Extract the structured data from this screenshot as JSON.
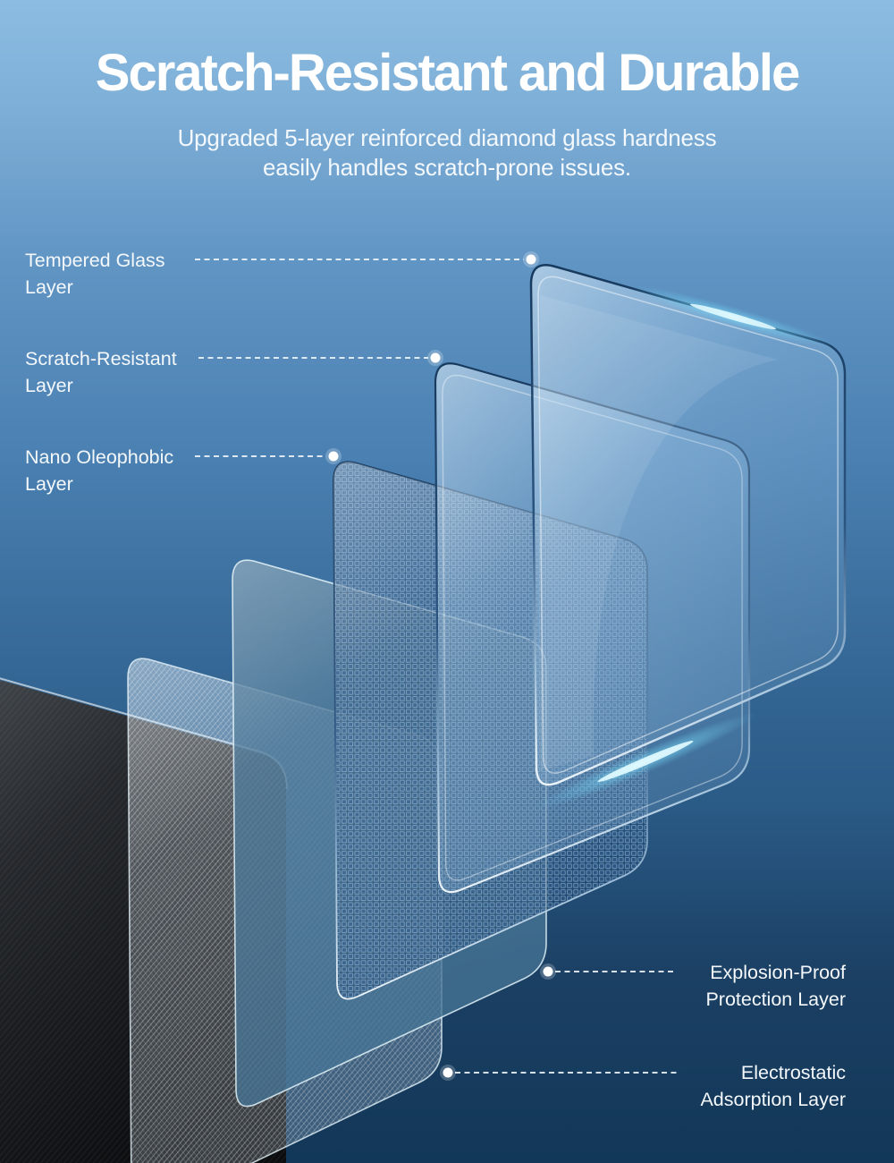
{
  "header": {
    "title": "Scratch-Resistant and Durable",
    "subtitle_line1": "Upgraded 5-layer reinforced diamond glass hardness",
    "subtitle_line2": "easily handles scratch-prone issues."
  },
  "layer_labels": [
    {
      "id": "tempered-glass",
      "line1": "Tempered Glass",
      "line2": "Layer",
      "side": "left"
    },
    {
      "id": "scratch-resistant",
      "line1": "Scratch-Resistant",
      "line2": "Layer",
      "side": "left"
    },
    {
      "id": "nano-oleophobic",
      "line1": "Nano Oleophobic",
      "line2": "Layer",
      "side": "left"
    },
    {
      "id": "explosion-proof",
      "line1": "Explosion-Proof",
      "line2": "Protection Layer",
      "side": "right"
    },
    {
      "id": "electrostatic",
      "line1": "Electrostatic",
      "line2": "Adsorption Layer",
      "side": "right"
    }
  ],
  "colors": {
    "background_top": "#8cbce1",
    "background_bottom": "#123758",
    "text": "#f4f8fb",
    "accent_shine": "#aeeaff",
    "leader_line": "#f2f7fb"
  }
}
